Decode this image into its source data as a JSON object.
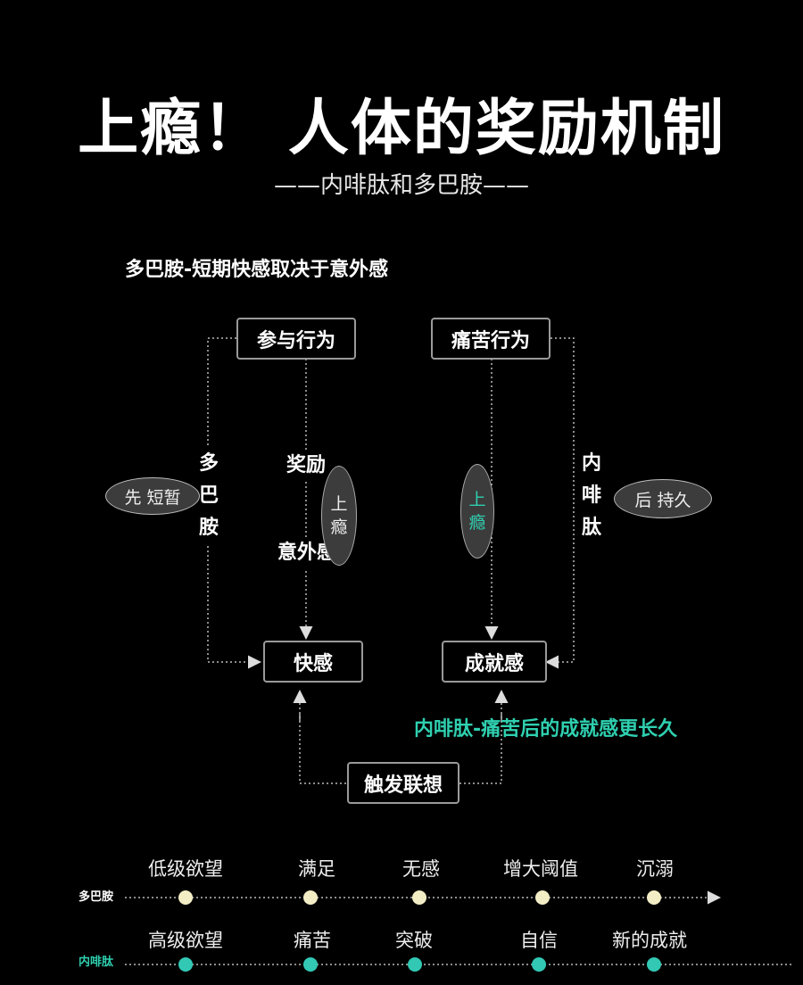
{
  "header": {
    "title": "上瘾！ 人体的奖励机制",
    "subtitle": "——内啡肽和多巴胺——"
  },
  "diagram": {
    "dopamine_note": "多巴胺-短期快感取决于意外感",
    "endorphin_note": "内啡肽-痛苦后的成就感更长久",
    "boxes": {
      "participate": "参与行为",
      "pain": "痛苦行为",
      "pleasure": "快感",
      "achievement": "成就感",
      "trigger": "触发联想"
    },
    "mid_labels": {
      "reward": "奖励",
      "surprise": "意外感"
    },
    "left_vertical": [
      "多",
      "巴",
      "胺"
    ],
    "right_vertical": [
      "内",
      "啡",
      "肽"
    ],
    "left_pill": "先 短暂",
    "right_pill": "后 持久",
    "addict_left": [
      "上",
      "瘾"
    ],
    "addict_right": [
      "上",
      "瘾"
    ],
    "colors": {
      "teal": "#2fd0b0",
      "dopamine_dot": "#f2edc4",
      "endorphin_dot": "#32c8b4"
    }
  },
  "timelines": {
    "dopamine": {
      "name": "多巴胺",
      "stages": [
        "低级欲望",
        "满足",
        "无感",
        "增大阈值",
        "沉溺"
      ]
    },
    "endorphin": {
      "name": "内啡肽",
      "stages": [
        "高级欲望",
        "痛苦",
        "突破",
        "自信",
        "新的成就"
      ]
    }
  }
}
